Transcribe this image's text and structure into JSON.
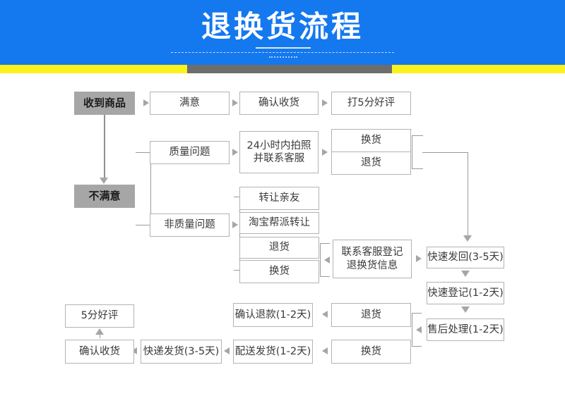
{
  "header": {
    "title": "退换货流程",
    "colors": {
      "background": "#1478ef",
      "title": "#ffffff",
      "strip_yellow": "#fcf21b",
      "strip_gray": "#6d6d6d"
    }
  },
  "palette": {
    "box_fill": "#ffffff",
    "box_border": "#b3b3b3",
    "box_gray_fill": "#a6a6a6",
    "text": "#3a3a3a",
    "connector": "#9a9a9a"
  },
  "nodes": {
    "received": "收到商品",
    "satisfied": "满意",
    "confirm_receipt_top": "确认收货",
    "five_star_rating_top": "打5分好评",
    "not_satisfied": "不满意",
    "quality_issue": "质量问题",
    "photo_contact": "24小时内拍照\n并联系客服",
    "exchange_q": "换货",
    "return_q": "退货",
    "non_quality_issue": "非质量问题",
    "transfer_friend": "转让亲友",
    "taobao_group_transfer": "淘宝帮派转让",
    "return_nq": "退货",
    "exchange_nq": "换货",
    "contact_service_register": "联系客服登记\n退换货信息",
    "fast_send_back": "快速发回(3-5天)",
    "fast_register": "快速登记(1-2天)",
    "after_sales": "售后处理(1-2天)",
    "return_final": "退货",
    "exchange_final": "换货",
    "confirm_refund": "确认退款(1-2天)",
    "delivery_ship": "配送发货(1-2天)",
    "express_ship": "快递发货(3-5天)",
    "confirm_receipt_bottom": "确认收货",
    "five_star_rating_bottom": "5分好评"
  }
}
